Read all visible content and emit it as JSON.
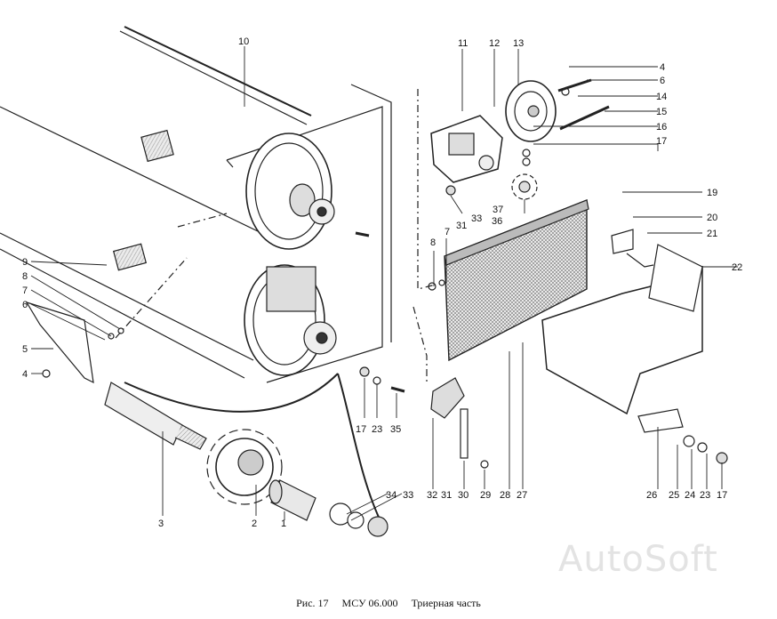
{
  "caption": {
    "figure": "Рис. 17",
    "code": "МСУ 06.000",
    "title": "Триерная часть"
  },
  "watermark": "AutoSoft",
  "callouts": [
    "10",
    "11",
    "12",
    "13",
    "4",
    "6",
    "14",
    "15",
    "16",
    "17",
    "19",
    "20",
    "21",
    "22",
    "9",
    "8",
    "7",
    "6",
    "5",
    "4",
    "8",
    "7",
    "31",
    "33",
    "37",
    "36",
    "17",
    "23",
    "35",
    "3",
    "2",
    "1",
    "34",
    "33",
    "32",
    "31",
    "30",
    "29",
    "28",
    "27",
    "26",
    "25",
    "24",
    "23",
    "17"
  ]
}
